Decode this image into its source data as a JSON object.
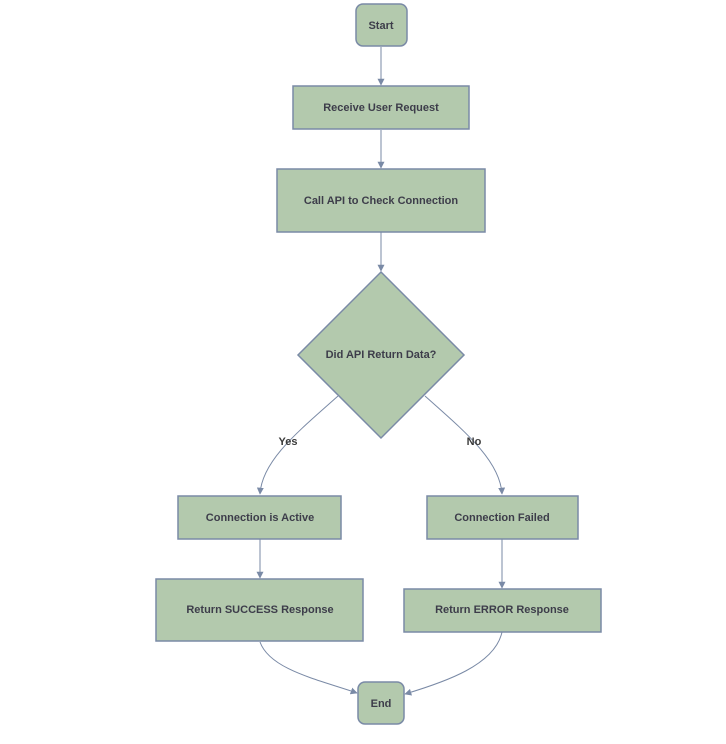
{
  "colors": {
    "node_fill": "#b3c9ad",
    "node_stroke": "#7a8aa6",
    "edge_stroke": "#7a8aa6",
    "text": "#3d3d4a",
    "background": "#ffffff"
  },
  "nodes": {
    "start": "Start",
    "receive": "Receive User Request",
    "call_api": "Call API to Check Connection",
    "decision": "Did API Return Data?",
    "active": "Connection is Active",
    "failed": "Connection Failed",
    "success": "Return SUCCESS Response",
    "error": "Return ERROR Response",
    "end": "End"
  },
  "edges": {
    "yes": "Yes",
    "no": "No"
  }
}
